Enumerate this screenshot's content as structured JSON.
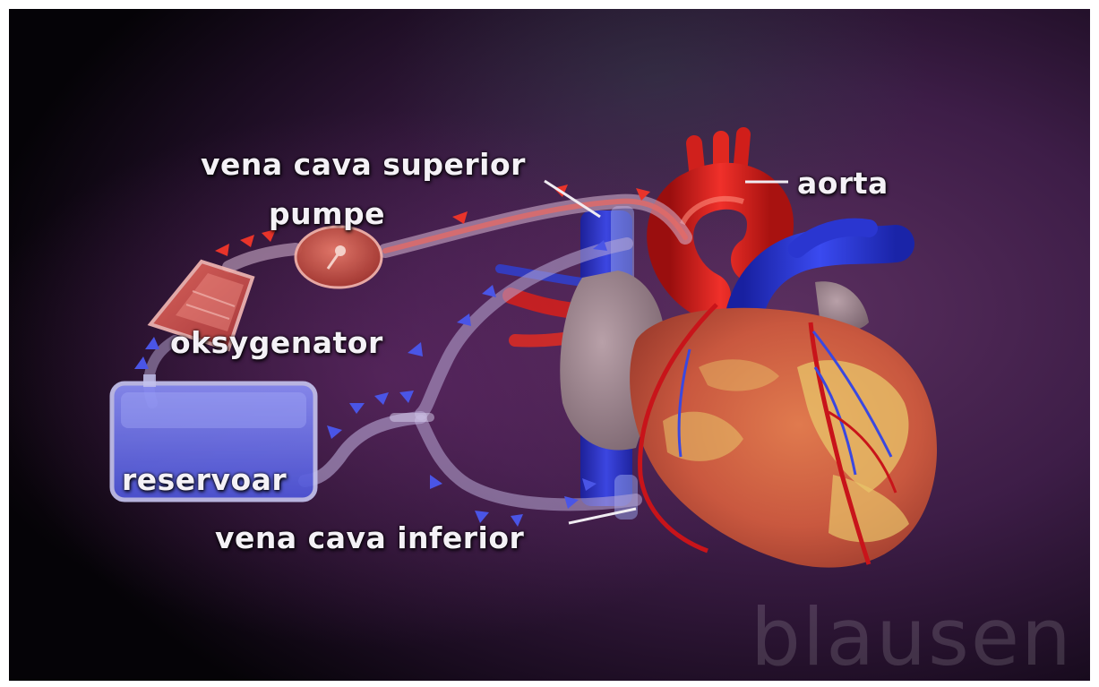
{
  "labels": {
    "vena_cava_superior": "vena cava superior",
    "pumpe": "pumpe",
    "aorta": "aorta",
    "oksygenator": "oksygenator",
    "reservoar": "reservoar",
    "vena_cava_inferior": "vena cava inferior"
  },
  "watermark": "blausen",
  "colors": {
    "background": "#3a1a3e",
    "heart_muscle": "#c9583f",
    "fat": "#e8c56a",
    "artery_red": "#e0201c",
    "vein_blue": "#2536d8",
    "tubing": "#b9a9d6",
    "flow_red": "#e8342a",
    "flow_blue": "#4a55e6",
    "label_text": "#f4f1f6"
  },
  "icons": [
    "heart-illustration",
    "pump-icon",
    "oxygenator-icon",
    "reservoir-icon",
    "flow-arrow-icon"
  ]
}
